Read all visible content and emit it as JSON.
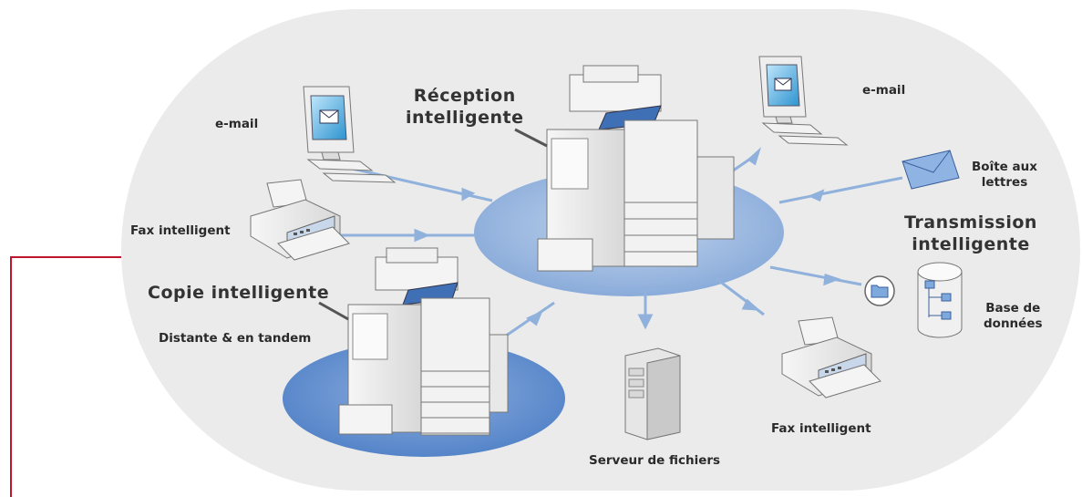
{
  "labels": {
    "reception": [
      "Réception",
      "intelligente"
    ],
    "transmission": [
      "Transmission",
      "intelligente"
    ],
    "copie": "Copie intelligente",
    "distante": "Distante & en tandem",
    "email_left": "e-mail",
    "email_right": "e-mail",
    "fax_left": "Fax intelligent",
    "fax_right": "Fax intelligent",
    "mailbox": [
      "Boîte aux",
      "lettres"
    ],
    "database": [
      "Base de",
      "données"
    ],
    "file_server": "Serveur de fichiers"
  },
  "icons": [
    "copier-main",
    "copier-secondary",
    "computer-left",
    "computer-right",
    "fax-left",
    "fax-right",
    "envelope",
    "folder",
    "database",
    "file-server"
  ],
  "colors": {
    "background_blob": "#ebebeb",
    "main_ellipse": "#9cb7dd",
    "secondary_ellipse": "#5f8fcf",
    "arrow": "#8fb1dc",
    "frame_line": "#c0152c"
  }
}
